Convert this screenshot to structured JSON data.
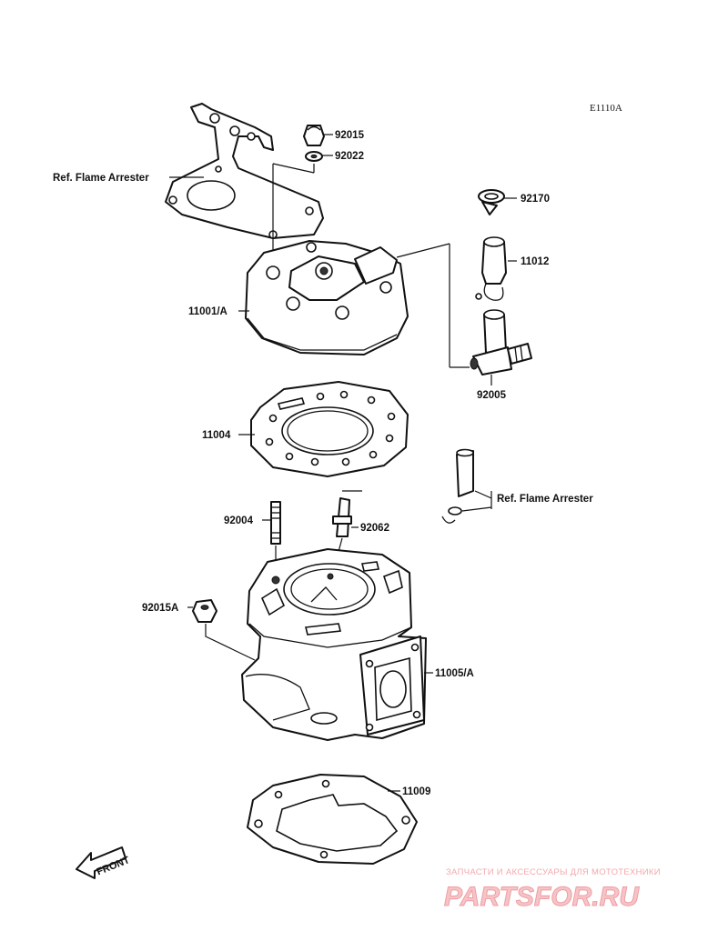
{
  "diagram_code": "E1110A",
  "callouts": {
    "nut_92015": "92015",
    "washer_92022": "92022",
    "clamp_92170": "92170",
    "hose_11012": "11012",
    "head_11001A": "11001/A",
    "fitting_92005": "92005",
    "head_gasket_11004": "11004",
    "stud_92004": "92004",
    "stud_92062": "92062",
    "nut_92015A": "92015A",
    "cylinder_11005A": "11005/A",
    "base_gasket_11009": "11009",
    "ref_flame_arrester_top": "Ref. Flame Arrester",
    "ref_flame_arrester_right": "Ref. Flame Arrester"
  },
  "front_indicator": "FRONT",
  "watermark": {
    "caption": "ЗАПЧАСТИ И АКСЕССУАРЫ ДЛЯ МОТОТЕХНИКИ",
    "logo_text": "PARTSFOR.RU"
  }
}
